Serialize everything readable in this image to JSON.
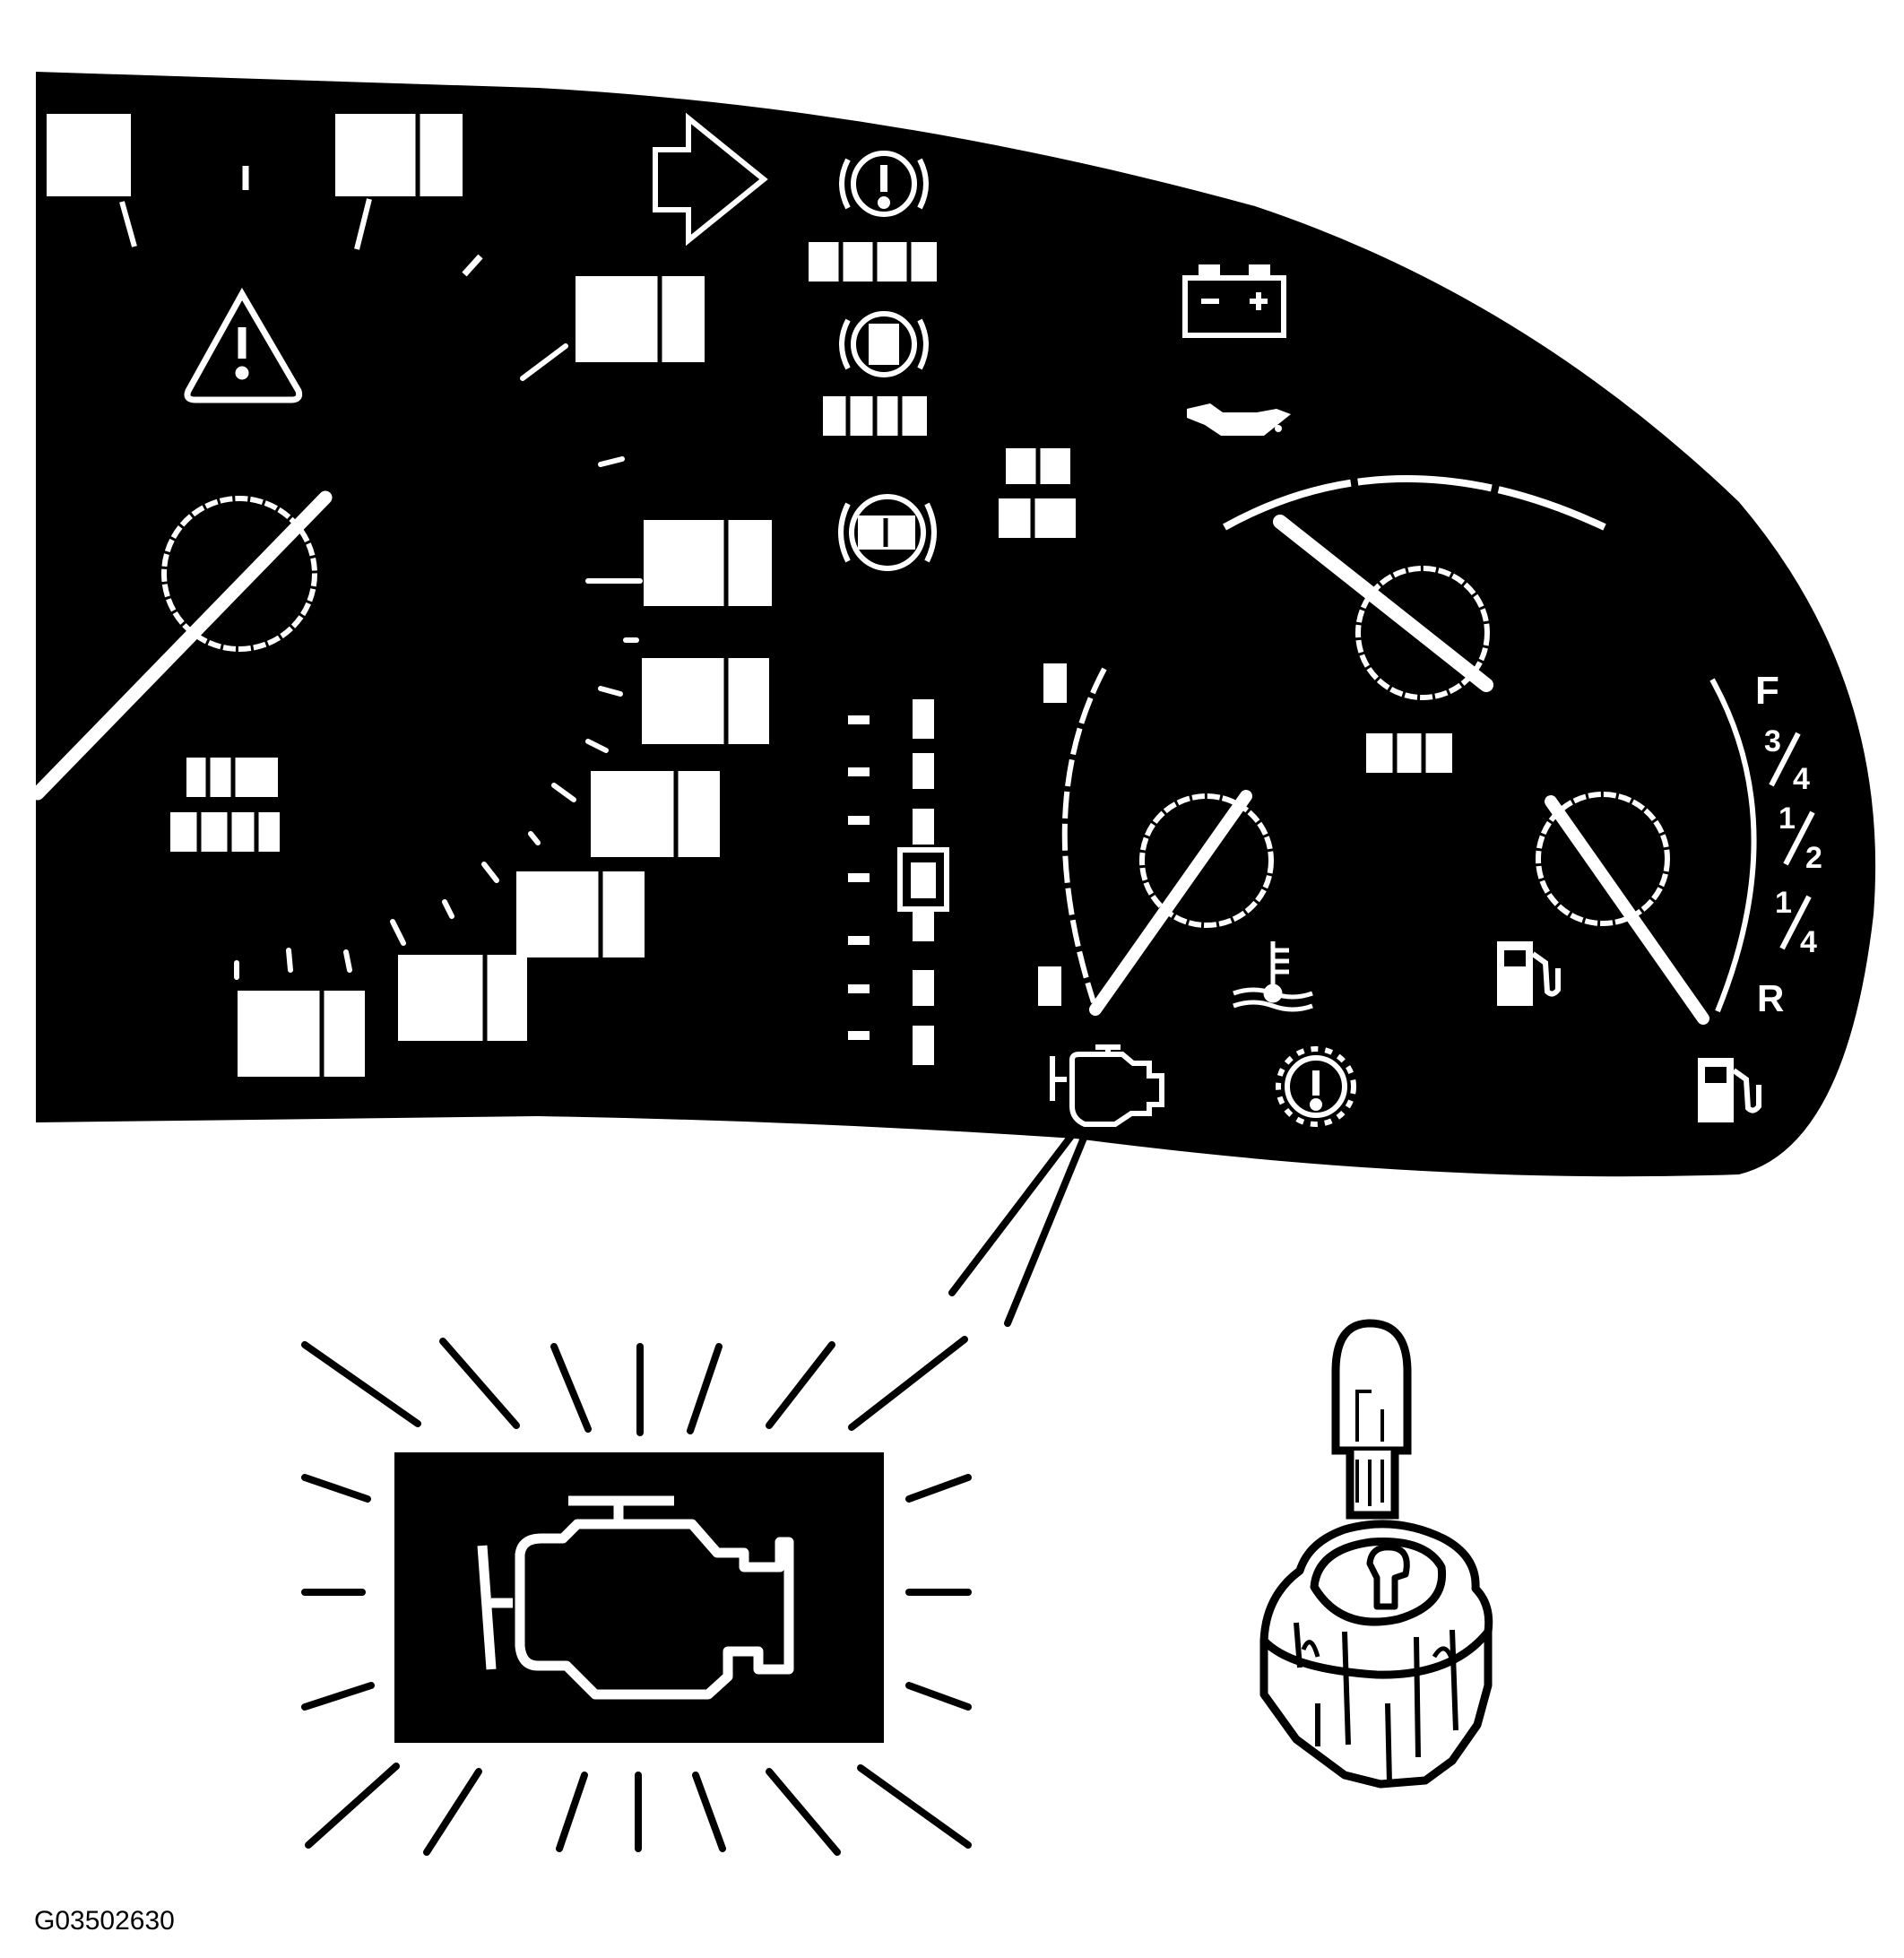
{
  "figure_id": "G03502630",
  "fuel_gauge": {
    "label_full": "F",
    "label_three_quarter_num": "3",
    "label_three_quarter_den": "4",
    "label_half_num": "1",
    "label_half_den": "2",
    "label_quarter_num": "1",
    "label_quarter_den": "4",
    "label_reserve": "R"
  },
  "colors": {
    "panel": "#000000",
    "ink": "#ffffff",
    "background": "#ffffff"
  },
  "icons": [
    "warning-triangle-icon",
    "turn-arrow-icon",
    "brake-warning-icon",
    "abs-icon",
    "traction-icon",
    "battery-icon",
    "oil-can-icon",
    "coolant-temp-icon",
    "fuel-pump-icon",
    "check-engine-icon",
    "service-gear-icon",
    "bulb-icon",
    "bulb-socket-icon"
  ]
}
